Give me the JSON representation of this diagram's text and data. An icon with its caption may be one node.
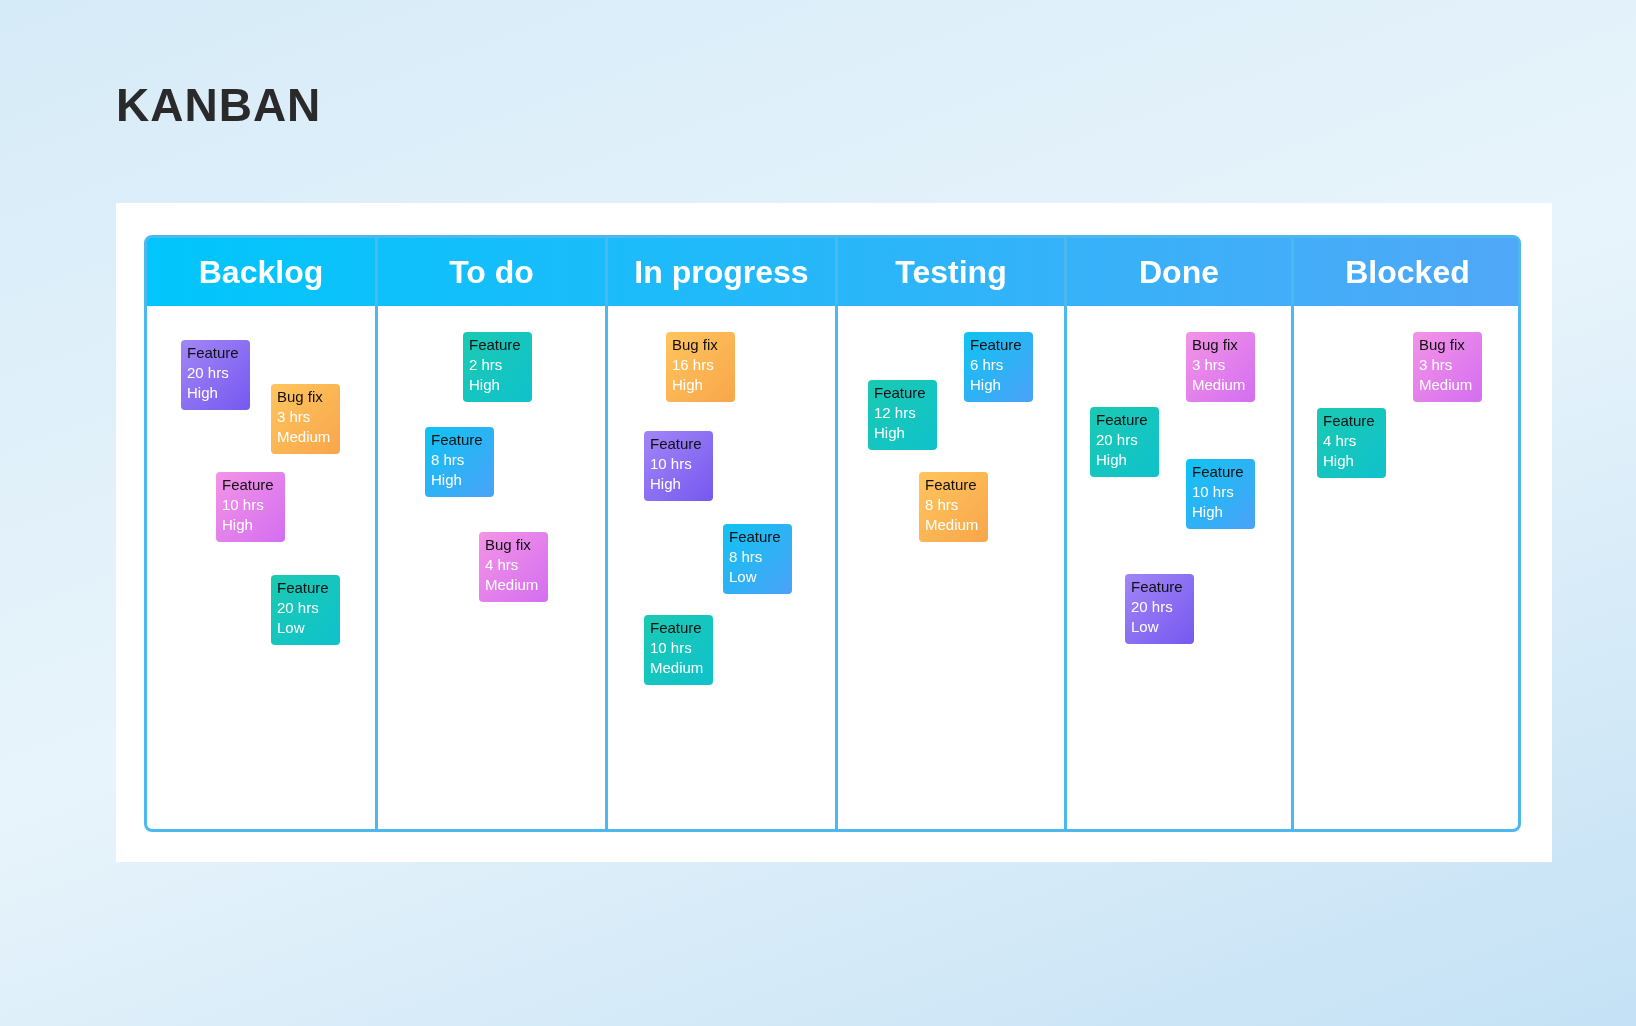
{
  "diagram": {
    "title": "KANBAN",
    "nodes": [
      {
        "text": [
          "Backlog"
        ]
      },
      {
        "text": [
          "Feature",
          "20 hrs",
          "High"
        ],
        "in": 0
      },
      {
        "text": [
          "Bug fix",
          "3 hrs",
          "Medium"
        ],
        "in": 0
      },
      {
        "text": [
          "Feature",
          "10 hrs",
          "High"
        ],
        "in": 0
      },
      {
        "text": [
          "Feature",
          "20 hrs",
          "Low"
        ],
        "in": 0
      },
      {
        "text": [
          "To do"
        ]
      },
      {
        "text": [
          "Feature",
          "2 hrs",
          "High"
        ],
        "in": 5
      },
      {
        "text": [
          "Feature",
          "8 hrs",
          "High"
        ],
        "in": 5
      },
      {
        "text": [
          "Bug fix",
          "4 hrs",
          "Medium"
        ],
        "in": 5
      },
      {
        "text": [
          "In progress"
        ]
      },
      {
        "text": [
          "Bug fix",
          "16 hrs",
          "High"
        ],
        "in": 9
      },
      {
        "text": [
          "Feature",
          "10 hrs",
          "High"
        ],
        "in": 9
      },
      {
        "text": [
          "Feature",
          "8 hrs",
          "Low"
        ],
        "in": 9
      },
      {
        "text": [
          "Feature",
          "10 hrs",
          "Medium"
        ],
        "in": 9
      },
      {
        "text": [
          "Testing"
        ]
      },
      {
        "text": [
          "Feature",
          "6 hrs",
          "High"
        ],
        "in": 14
      },
      {
        "text": [
          "Feature",
          "12 hrs",
          "High"
        ],
        "in": 14
      },
      {
        "text": [
          "Feature",
          "8 hrs",
          "Medium"
        ],
        "in": 14
      },
      {
        "text": [
          "Done"
        ]
      },
      {
        "text": [
          "Bug fix",
          "3 hrs",
          "Medium"
        ],
        "in": 18
      },
      {
        "text": [
          "Feature",
          "20 hrs",
          "High"
        ],
        "in": 18
      },
      {
        "text": [
          "Feature",
          "10 hrs",
          "High"
        ],
        "in": 18
      },
      {
        "text": [
          "Feature",
          "20 hrs",
          "Low"
        ],
        "in": 18
      },
      {
        "text": [
          "Blocked"
        ]
      },
      {
        "text": [
          "Bug fix",
          "3 hrs",
          "Medium"
        ],
        "in": 23
      },
      {
        "text": [
          "Feature",
          "4 hrs",
          "High"
        ],
        "in": 23
      }
    ]
  }
}
